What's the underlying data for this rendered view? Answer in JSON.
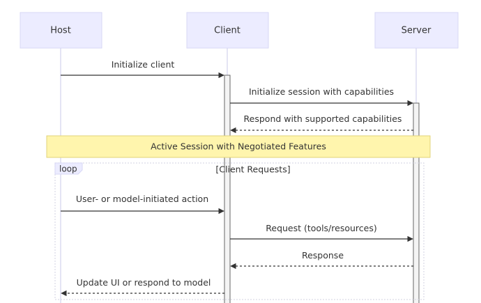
{
  "participants": [
    {
      "id": "host",
      "label": "Host"
    },
    {
      "id": "client",
      "label": "Client"
    },
    {
      "id": "server",
      "label": "Server"
    }
  ],
  "messages": [
    {
      "from": "host",
      "to": "client",
      "label": "Initialize client",
      "style": "solid"
    },
    {
      "from": "client",
      "to": "server",
      "label": "Initialize session with capabilities",
      "style": "solid"
    },
    {
      "from": "server",
      "to": "client",
      "label": "Respond with supported capabilities",
      "style": "dashed"
    },
    {
      "from": "host",
      "to": "client",
      "label": "User- or model-initiated action",
      "style": "solid"
    },
    {
      "from": "client",
      "to": "server",
      "label": "Request (tools/resources)",
      "style": "solid"
    },
    {
      "from": "server",
      "to": "client",
      "label": "Response",
      "style": "dashed"
    },
    {
      "from": "client",
      "to": "host",
      "label": "Update UI or respond to model",
      "style": "dashed"
    }
  ],
  "note": {
    "label": "Active Session with Negotiated Features"
  },
  "loop": {
    "keyword": "loop",
    "condition": "[Client Requests]"
  },
  "colors": {
    "actor_fill": "#ececff",
    "note_fill": "#fff5ad",
    "line": "#333333"
  }
}
